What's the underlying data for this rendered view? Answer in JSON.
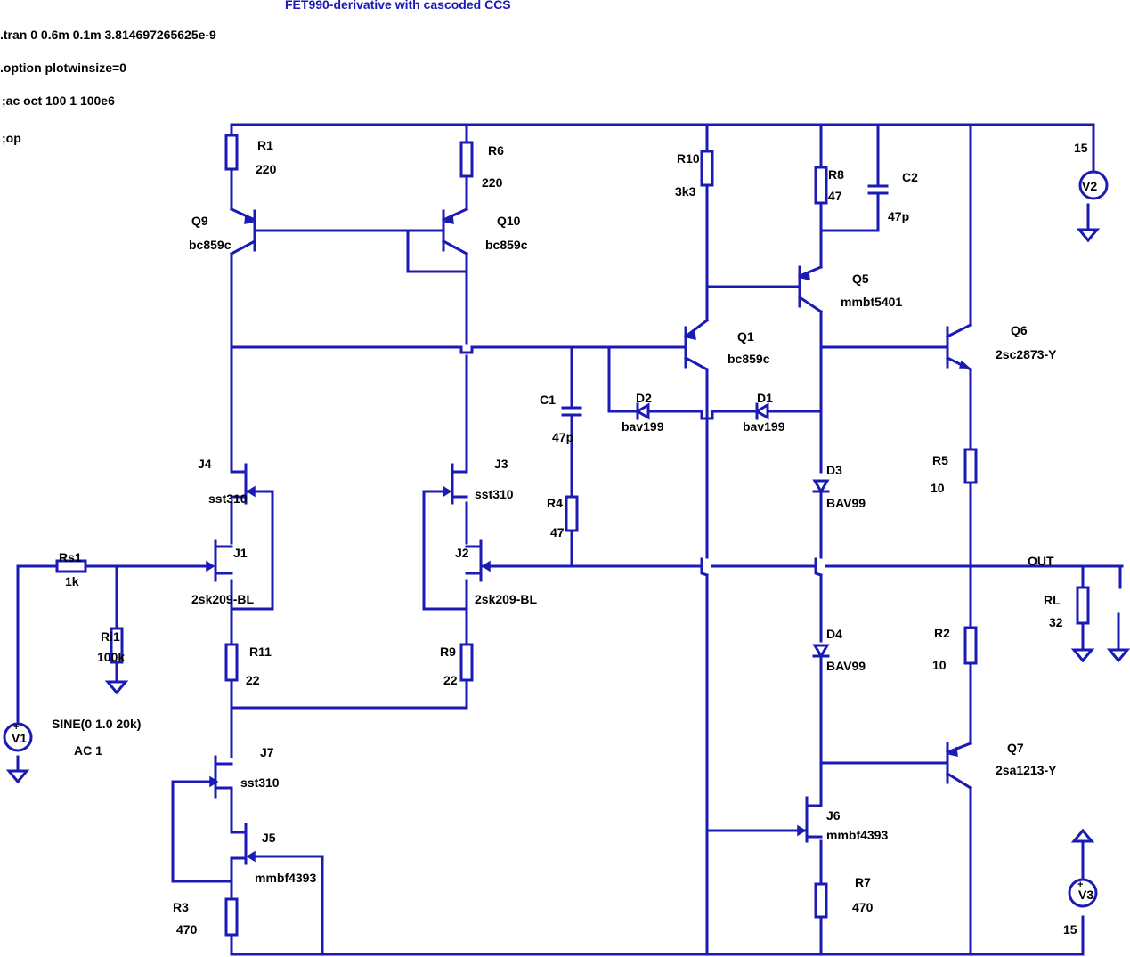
{
  "title": "FET990-derivative with cascoded CCS",
  "directives": [
    ".tran 0 0.6m 0.1m 3.814697265625e-9",
    ".option plotwinsize=0",
    ";ac oct 100 1 100e6",
    ";op"
  ],
  "nets": {
    "out": "OUT"
  },
  "sources": {
    "V1": {
      "name": "V1",
      "line1": "SINE(0 1.0 20k)",
      "line2": "AC 1"
    },
    "V2": {
      "name": "V2",
      "value": "15"
    },
    "V3": {
      "name": "V3",
      "value": "15"
    }
  },
  "resistors": {
    "R1": {
      "name": "R1",
      "value": "220"
    },
    "R6": {
      "name": "R6",
      "value": "220"
    },
    "R10": {
      "name": "R10",
      "value": "3k3"
    },
    "R8": {
      "name": "R8",
      "value": "47"
    },
    "R4": {
      "name": "R4",
      "value": "47"
    },
    "R5": {
      "name": "R5",
      "value": "10"
    },
    "R2": {
      "name": "R2",
      "value": "10"
    },
    "R11": {
      "name": "R11",
      "value": "22"
    },
    "R9": {
      "name": "R9",
      "value": "22"
    },
    "R3": {
      "name": "R3",
      "value": "470"
    },
    "R7": {
      "name": "R7",
      "value": "470"
    },
    "Rs1": {
      "name": "Rs1",
      "value": "1k"
    },
    "Ri1": {
      "name": "Ri1",
      "value": "100k"
    },
    "RL": {
      "name": "RL",
      "value": "32"
    }
  },
  "capacitors": {
    "C1": {
      "name": "C1",
      "value": "47p"
    },
    "C2": {
      "name": "C2",
      "value": "47p"
    }
  },
  "transistors": {
    "Q9": {
      "name": "Q9",
      "model": "bc859c"
    },
    "Q10": {
      "name": "Q10",
      "model": "bc859c"
    },
    "Q1": {
      "name": "Q1",
      "model": "bc859c"
    },
    "Q5": {
      "name": "Q5",
      "model": "mmbt5401"
    },
    "Q6": {
      "name": "Q6",
      "model": "2sc2873-Y"
    },
    "Q7": {
      "name": "Q7",
      "model": "2sa1213-Y"
    }
  },
  "jfets": {
    "J4": {
      "name": "J4",
      "model": "sst310"
    },
    "J3": {
      "name": "J3",
      "model": "sst310"
    },
    "J1": {
      "name": "J1",
      "model": "2sk209-BL"
    },
    "J2": {
      "name": "J2",
      "model": "2sk209-BL"
    },
    "J7": {
      "name": "J7",
      "model": "sst310"
    },
    "J5": {
      "name": "J5",
      "model": "mmbf4393"
    },
    "J6": {
      "name": "J6",
      "model": "mmbf4393"
    }
  },
  "diodes": {
    "D1": {
      "name": "D1",
      "model": "bav199"
    },
    "D2": {
      "name": "D2",
      "model": "bav199"
    },
    "D3": {
      "name": "D3",
      "model": "BAV99"
    },
    "D4": {
      "name": "D4",
      "model": "BAV99"
    }
  },
  "colors": {
    "wire": "#1a1ab4",
    "text": "#000000",
    "background": "#ffffff"
  }
}
